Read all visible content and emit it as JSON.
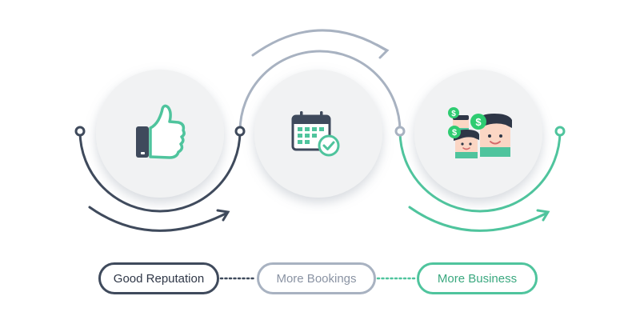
{
  "colors": {
    "stage1": "#3f4a5c",
    "stage2": "#a8b2c1",
    "stage3": "#4fc49d",
    "circle_fill": "#f1f2f3",
    "pill_text_1": "#2f3747",
    "pill_text_2": "#8a93a3",
    "pill_text_3": "#3aa87f"
  },
  "stages": [
    {
      "label": "Good Reputation",
      "icon": "thumbs-up-icon"
    },
    {
      "label": "More Bookings",
      "icon": "calendar-check-icon"
    },
    {
      "label": "More Business",
      "icon": "happy-customers-dollar-icon"
    }
  ]
}
